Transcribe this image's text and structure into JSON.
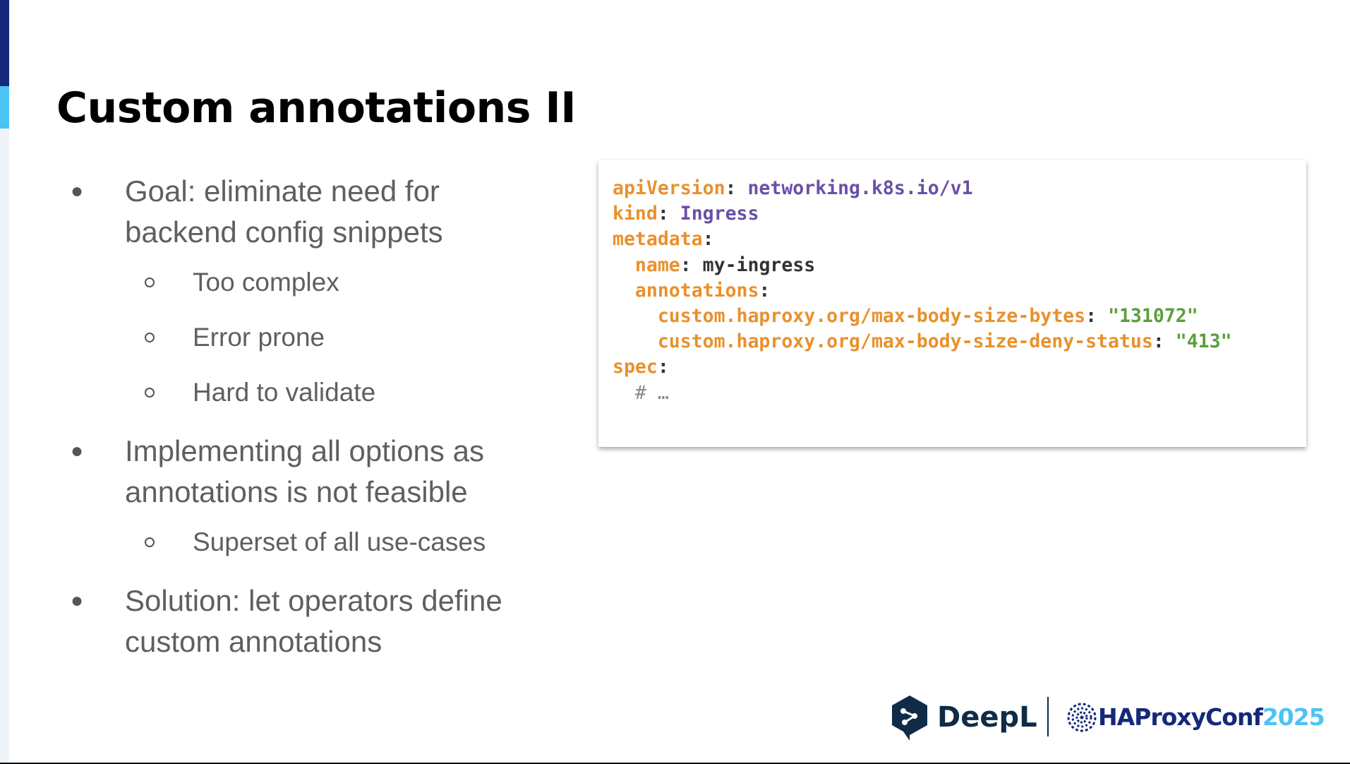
{
  "slide": {
    "title": "Custom annotations II",
    "bullets": [
      {
        "text_lines": [
          "Goal: eliminate need for",
          "backend config snippets"
        ],
        "subs": [
          "Too complex",
          "Error prone",
          "Hard to validate"
        ]
      },
      {
        "text_lines": [
          "Implementing all options as",
          "annotations is not feasible"
        ],
        "subs": [
          "Superset of all use-cases"
        ]
      },
      {
        "text_lines": [
          "Solution: let operators define",
          "custom annotations"
        ],
        "subs": []
      }
    ]
  },
  "code": {
    "l1": {
      "key": "apiVersion",
      "value": "networking.k8s.io/v1"
    },
    "l2": {
      "key": "kind",
      "value": "Ingress"
    },
    "l3": {
      "key": "metadata"
    },
    "l4": {
      "key": "name",
      "value": "my-ingress"
    },
    "l5": {
      "key": "annotations"
    },
    "l6": {
      "key": "custom.haproxy.org/max-body-size-bytes",
      "value": "\"131072\""
    },
    "l7": {
      "key": "custom.haproxy.org/max-body-size-deny-status",
      "value": "\"413\""
    },
    "l8": {
      "key": "spec"
    },
    "l9": {
      "comment": "# …"
    }
  },
  "logos": {
    "deepl": "DeepL",
    "haproxy_name": "HAProxyConf",
    "haproxy_year": "2025"
  },
  "colors": {
    "key": "#e8912d",
    "value": "#6a4fa8",
    "string": "#5c9e3b",
    "brand_dark": "#16287a",
    "brand_light": "#4cc3f5"
  }
}
